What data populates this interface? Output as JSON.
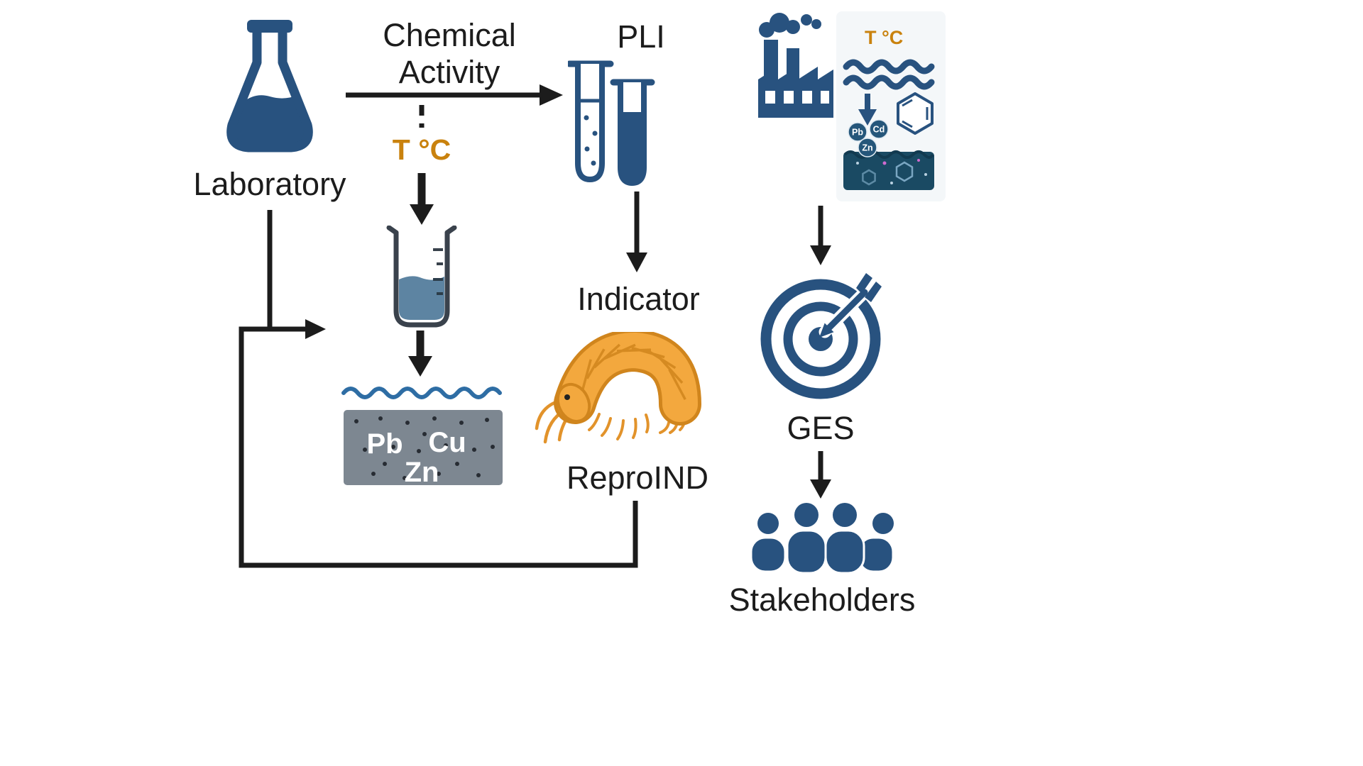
{
  "meta": {
    "type": "scientific-workflow-diagram",
    "background": "#ffffff"
  },
  "colors": {
    "navy": "#28527f",
    "arrow_black": "#1c1c1c",
    "orange": "#c9820e",
    "wave_blue": "#2e6da4",
    "sediment_gray": "#7d8791",
    "beaker_liquid": "#5d84a2",
    "amphipod_orange": "#f2a73d",
    "deep_water": "#1a4a63"
  },
  "labels": {
    "laboratory": "Laboratory",
    "chemical_activity_line1": "Chemical",
    "chemical_activity_line2": "Activity",
    "temperature_mid": "T °C",
    "pli": "PLI",
    "indicator": "Indicator",
    "reproind": "ReproIND",
    "temperature_right": "T °C",
    "ges": "GES",
    "stakeholders": "Stakeholders"
  },
  "sediment_metals": {
    "m1": "Pb",
    "m2": "Cu",
    "m3": "Zn"
  },
  "pollutant_metals": {
    "m1": "Pb",
    "m2": "Cd",
    "m3": "Zn"
  },
  "icons": [
    "erlenmeyer-flask-icon",
    "test-tubes-icon",
    "beaker-icon",
    "sediment-icon",
    "wave-icon",
    "amphipod-icon",
    "factory-icon",
    "waves-icon",
    "benzene-ring-icon",
    "metal-ions-icon",
    "polluted-water-icon",
    "target-dart-icon",
    "stakeholders-people-icon"
  ]
}
